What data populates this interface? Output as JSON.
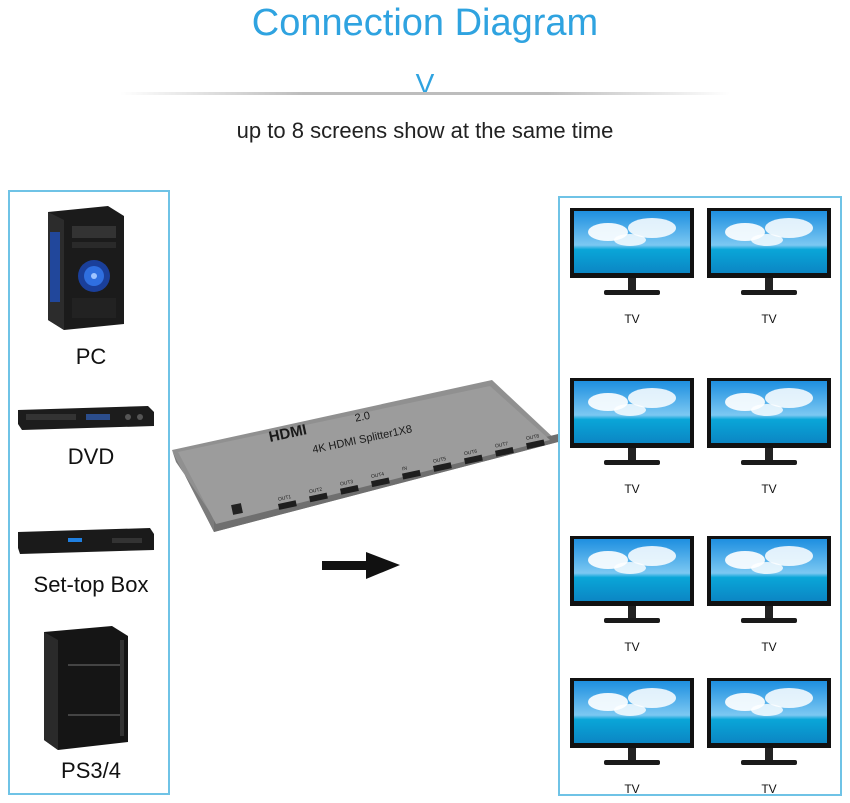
{
  "header": {
    "title": "Connection Diagram",
    "chevron": "V",
    "subtitle": "up to 8 screens show at the same time"
  },
  "sources": [
    {
      "label": "PC",
      "icon": "pc-tower-icon"
    },
    {
      "label": "DVD",
      "icon": "dvd-player-icon"
    },
    {
      "label": "Set-top Box",
      "icon": "set-top-box-icon"
    },
    {
      "label": "PS3/4",
      "icon": "game-console-icon"
    }
  ],
  "splitter": {
    "brand": "HDMI",
    "version": "2.0",
    "model": "4K HDMI Splitter1X8",
    "ports": [
      "OUT1",
      "OUT2",
      "OUT3",
      "OUT4",
      "IN",
      "OUT5",
      "OUT6",
      "OUT7",
      "OUT8"
    ]
  },
  "outputs": [
    "TV",
    "TV",
    "TV",
    "TV",
    "TV",
    "TV",
    "TV",
    "TV"
  ],
  "colors": {
    "accent": "#2fa3e0",
    "box_border": "#6fc3e6",
    "splitter_body": "#8e8e8e"
  }
}
